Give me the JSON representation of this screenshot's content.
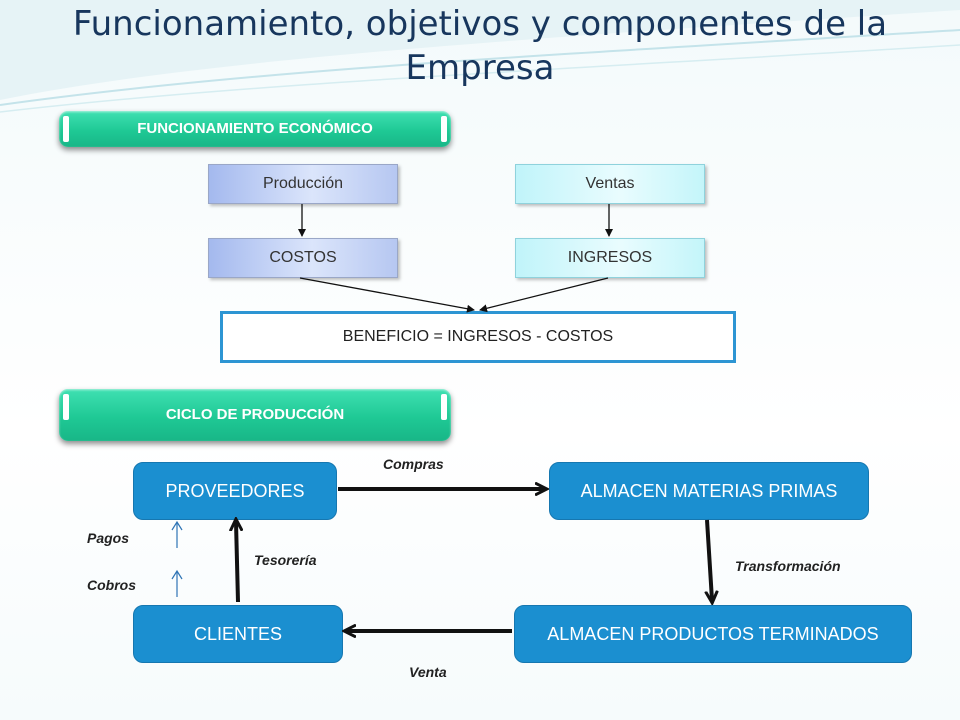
{
  "title_line1": "Funcionamiento, objetivos y componentes de la",
  "title_line2": "Empresa",
  "section1": {
    "banner": "FUNCIONAMIENTO ECONÓMICO",
    "produccion": "Producción",
    "ventas": "Ventas",
    "costos": "COSTOS",
    "ingresos": "INGRESOS",
    "equation": "BENEFICIO = INGRESOS - COSTOS"
  },
  "section2": {
    "banner": "CICLO DE PRODUCCIÓN",
    "proveedores": "PROVEEDORES",
    "almacen_mp": "ALMACEN MATERIAS PRIMAS",
    "almacen_pt": "ALMACEN PRODUCTOS TERMINADOS",
    "clientes": "CLIENTES",
    "compras": "Compras",
    "transformacion": "Transformación",
    "venta": "Venta",
    "tesoreria": "Tesorería",
    "pagos": "Pagos",
    "cobros": "Cobros"
  },
  "colors": {
    "banner": "#1fc995",
    "node": "#1b8fd0",
    "equation_border": "#2d95d3",
    "title": "#17365d"
  }
}
